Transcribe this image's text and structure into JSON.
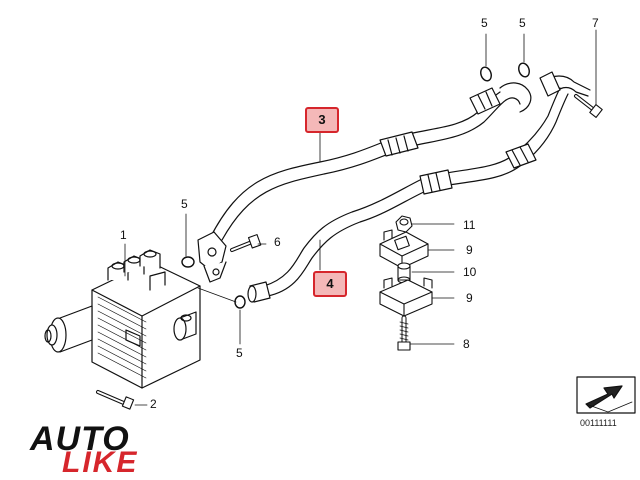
{
  "callouts": {
    "c1": "1",
    "c2": "2",
    "c3": "3",
    "c4": "4",
    "c5_a": "5",
    "c5_b": "5",
    "c5_c": "5",
    "c5_d": "5",
    "c6": "6",
    "c7": "7",
    "c8": "8",
    "c9_a": "9",
    "c9_b": "9",
    "c10": "10",
    "c11": "11"
  },
  "diagram_code": "00111111",
  "brand": {
    "auto": "AUTO",
    "like": "LIKE"
  },
  "colors": {
    "highlight_fill": "#f4b8b8",
    "highlight_border": "#d6262c",
    "brand_red": "#d6262c"
  }
}
